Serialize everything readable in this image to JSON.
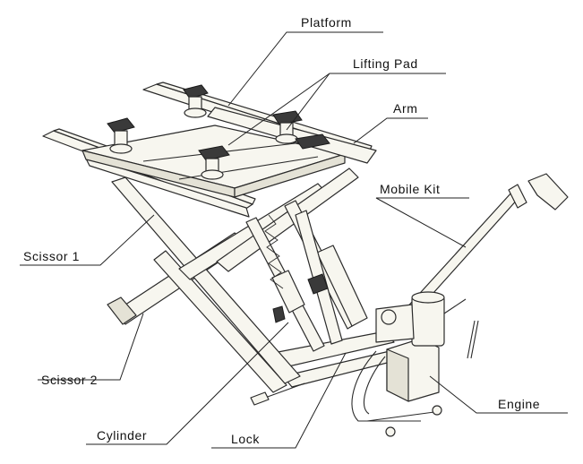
{
  "labels": {
    "platform": "Platform",
    "lifting_pad": "Lifting Pad",
    "arm": "Arm",
    "mobile_kit": "Mobile Kit",
    "scissor_1": "Scissor 1",
    "scissor_2": "Scissor 2",
    "cylinder": "Cylinder",
    "lock": "Lock",
    "engine": "Engine"
  },
  "icons": [
    "lifting-pad-icon",
    "hydraulic-cylinder-icon",
    "pump-engine-icon",
    "wheel-icon"
  ],
  "colors": {
    "line": "#222222",
    "part_fill": "#f7f6ef",
    "background": "#ffffff"
  }
}
